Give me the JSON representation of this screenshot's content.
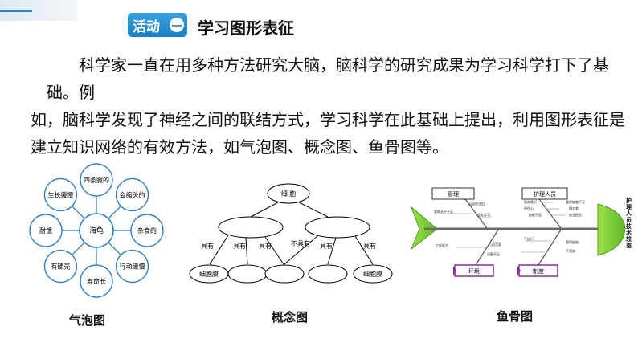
{
  "header": {
    "badge_label": "活动",
    "badge_num": "一",
    "title": "学习图形表征"
  },
  "paragraph": {
    "line1": "科学家一直在用多种方法研究大脑，脑科学的研究成果为学习科学打下了基础。例",
    "line2": "如，脑科学发现了神经之间的联结方式，学习科学在此基础上提出，利用图形表征是",
    "line3": "建立知识网络的有效方法，如气泡图、概念图、鱼骨图等。"
  },
  "bubble_map": {
    "center": "海龟",
    "nodes": [
      "四条腿的",
      "会缩头的",
      "杂食的",
      "行动缓慢",
      "寿命长",
      "有硬壳",
      "耐饿",
      "生长缓慢"
    ],
    "caption": "气泡图"
  },
  "concept_map": {
    "root": "细 胞",
    "labels": [
      "具有",
      "具有",
      "具有",
      "不具有",
      "具有",
      "具有"
    ],
    "leaf_left": "细胞膜",
    "leaf_right": "细胞膜",
    "caption": "概念图"
  },
  "fishbone": {
    "box_top_left": "管理",
    "box_top_right": "护理人员",
    "box_bottom_left": "环境",
    "box_bottom_right": "制度",
    "head": "护理人员技术较差",
    "bones_top": [
      "管理水平不足",
      "培训不到位",
      "业务学习",
      "服务意识",
      "责任心",
      "重视程度不足",
      "相对差",
      "技能不足",
      "缺乏经验"
    ],
    "bones_bottom": [
      "工作量大",
      "人员不足",
      "设备不足",
      "不执行",
      "管理缺陷",
      "不落实"
    ],
    "caption": "鱼骨图"
  }
}
